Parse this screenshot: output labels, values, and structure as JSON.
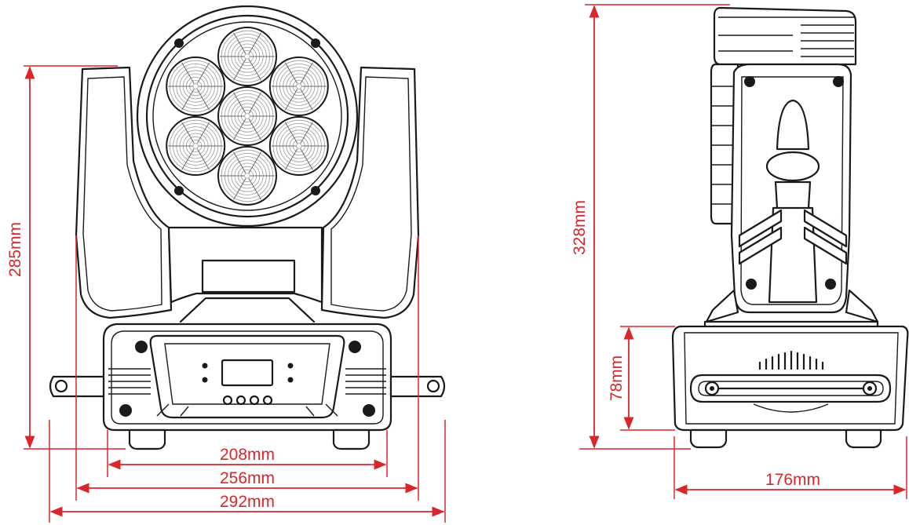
{
  "colors": {
    "dimension": "#d9262b",
    "outline": "#1a1a1a",
    "background": "#ffffff"
  },
  "front_view": {
    "height_label": "285mm",
    "base_width_label": "208mm",
    "arm_width_label": "256mm",
    "overall_width_label": "292mm",
    "led_count": 7
  },
  "side_view": {
    "height_label": "328mm",
    "base_height_label": "78mm",
    "depth_label": "176mm"
  }
}
